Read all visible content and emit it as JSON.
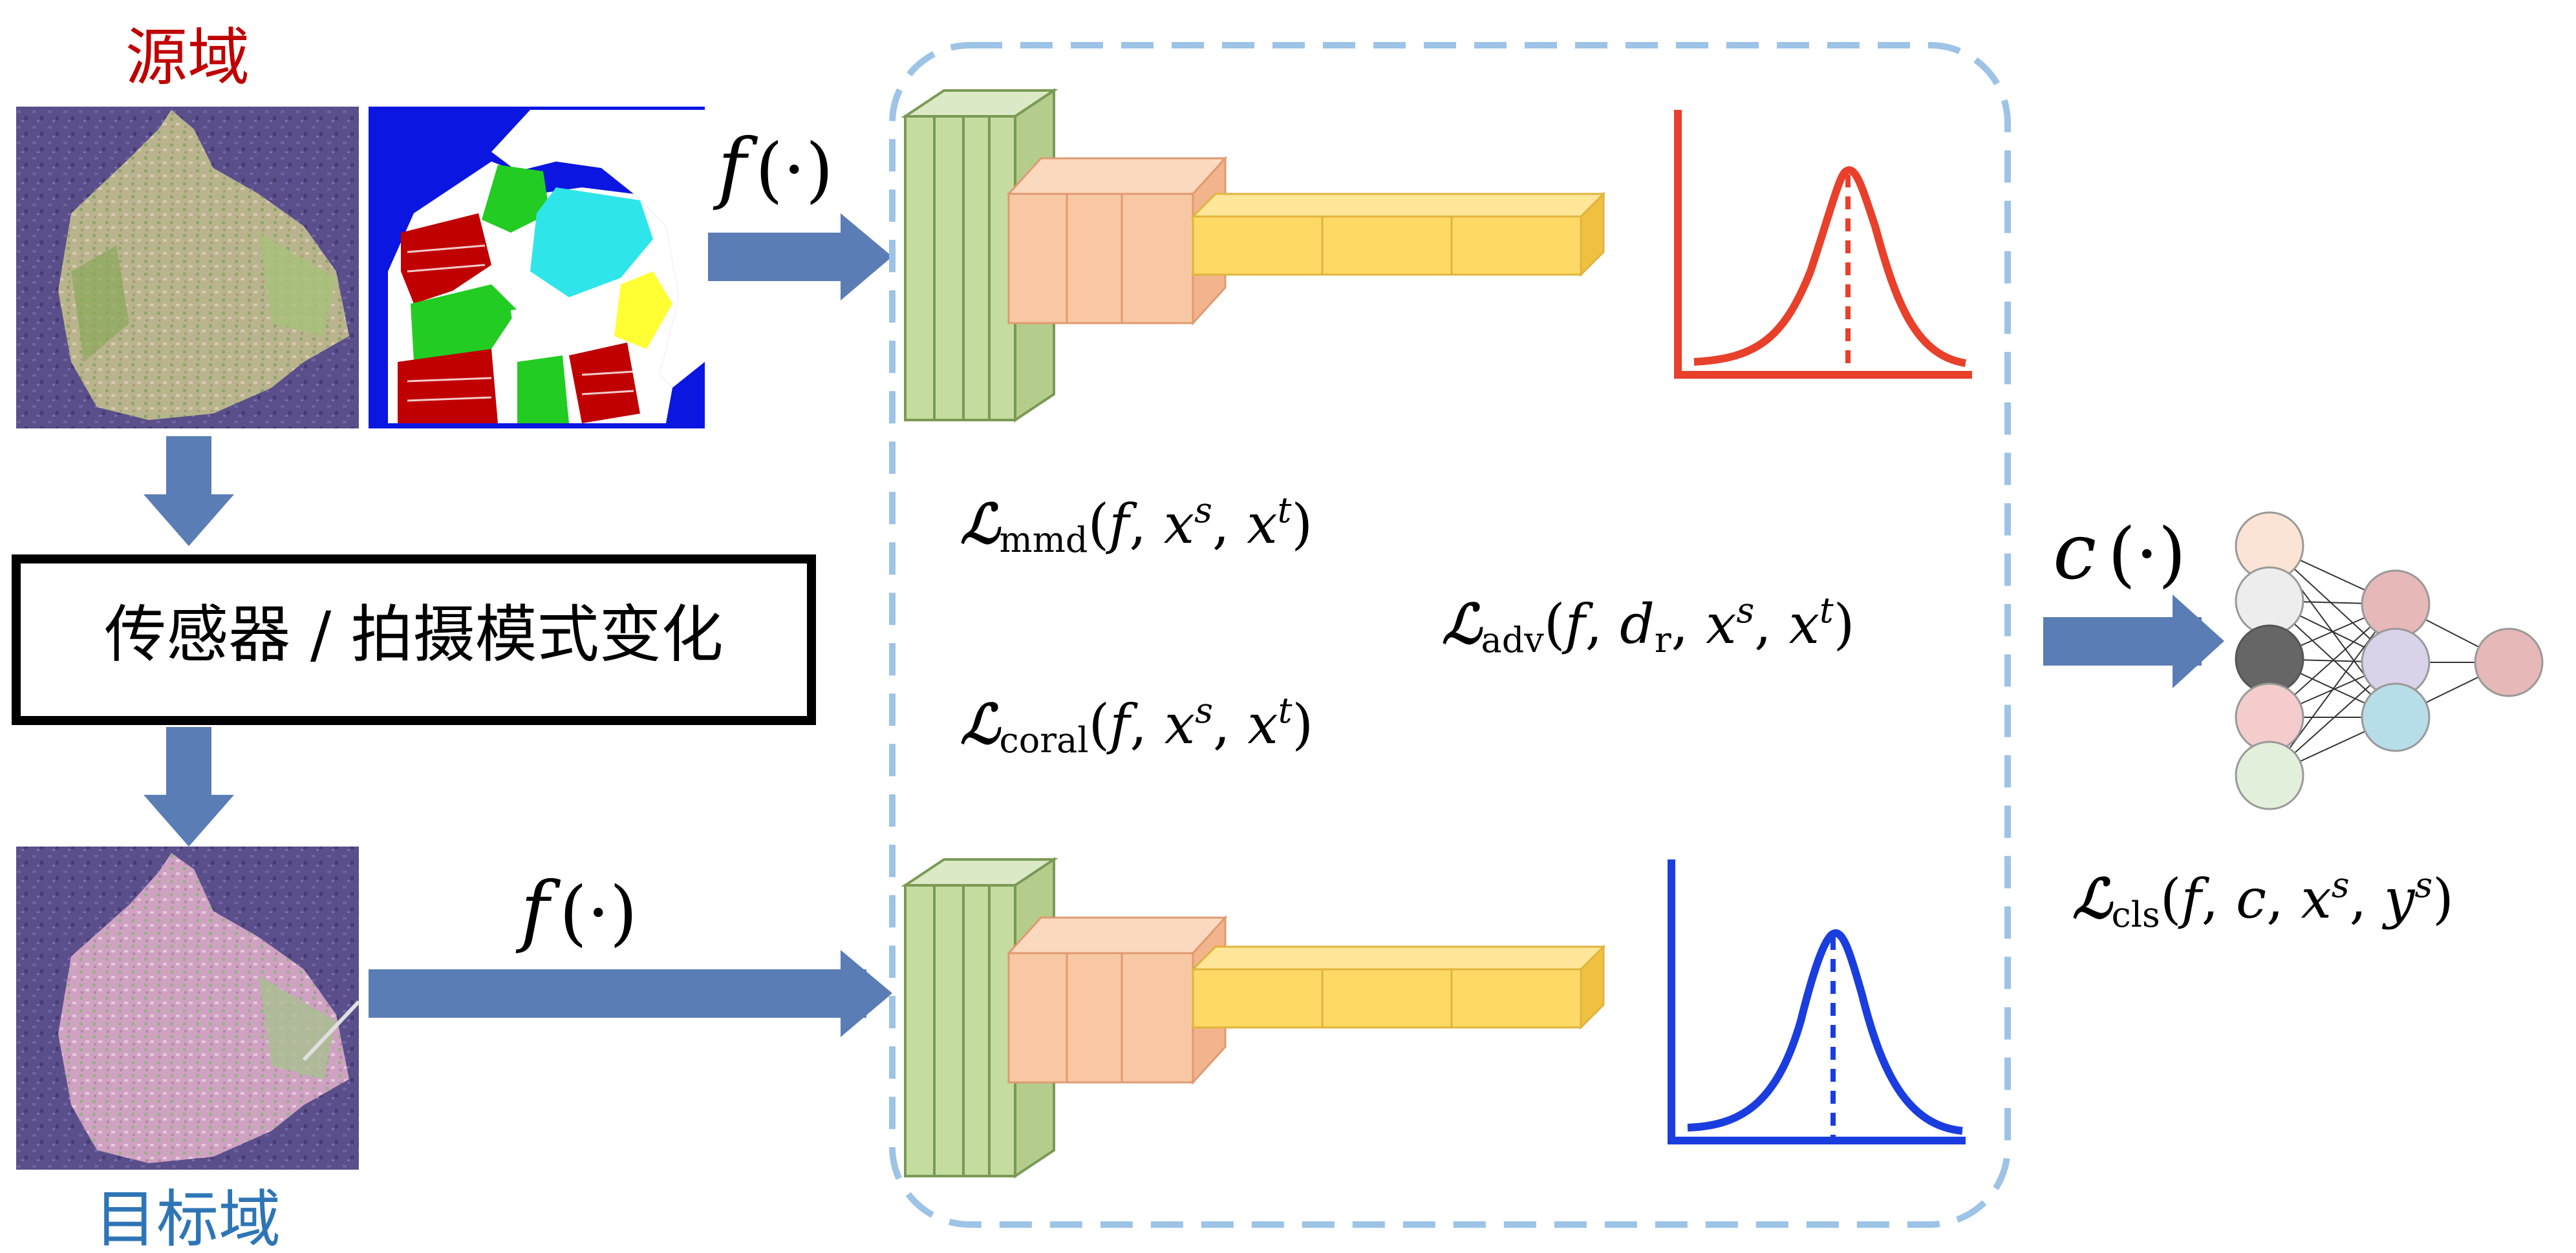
{
  "source_domain_label": "源域",
  "target_domain_label": "目标域",
  "change_box_label": "传感器 / 拍摄模式变化",
  "f_symbol": "f",
  "c_symbol": "c",
  "dot_paren": "(·)",
  "losses": {
    "mmd": {
      "sym": "ℒ",
      "sub": "mmd",
      "args": [
        "f",
        "x",
        "s",
        "x",
        "t"
      ]
    },
    "coral": {
      "sym": "ℒ",
      "sub": "coral",
      "args": [
        "f",
        "x",
        "s",
        "x",
        "t"
      ]
    },
    "adv": {
      "sym": "ℒ",
      "sub": "adv"
    },
    "cls": {
      "sym": "ℒ",
      "sub": "cls"
    }
  },
  "colors": {
    "source_label": "#c00000",
    "target_label": "#2e75b6",
    "arrow": "#5a7db5",
    "dash_border": "#9dc3e6",
    "green_block": "#c5dca0",
    "orange_block": "#f8c8a4",
    "yellow_block": "#ffd966",
    "source_curve": "#e8402a",
    "target_curve": "#1a3de0"
  },
  "icons": [
    "sar-image-source",
    "label-map-source",
    "sar-image-target",
    "network-icon"
  ]
}
